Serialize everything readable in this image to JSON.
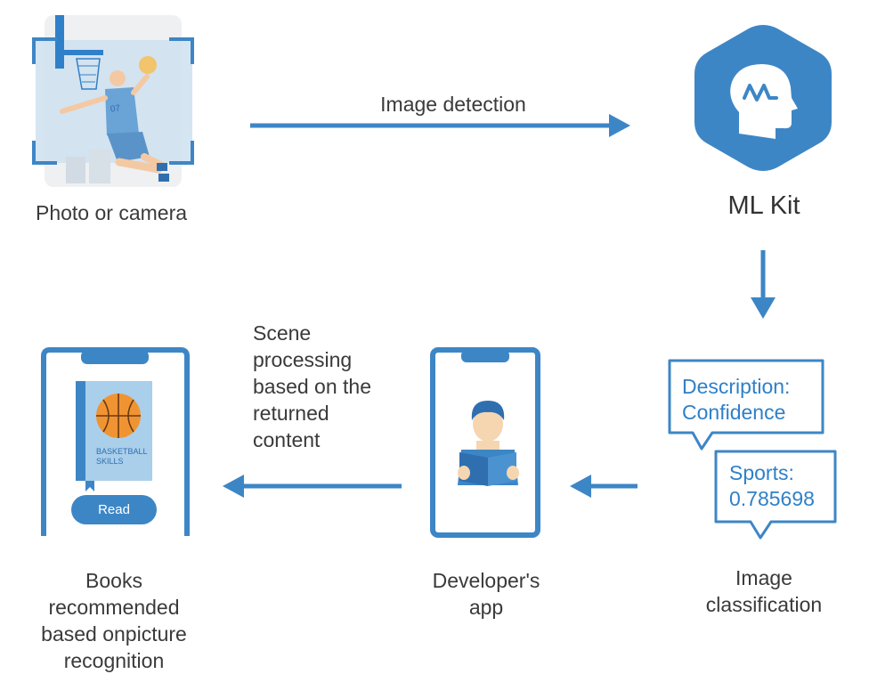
{
  "nodes": {
    "photo": {
      "label": "Photo or camera"
    },
    "mlkit": {
      "label": "ML Kit"
    },
    "classification": {
      "label_lines": [
        "Image",
        "classification"
      ]
    },
    "developer_app": {
      "label_lines": [
        "Developer's",
        "app"
      ]
    },
    "books": {
      "label_lines": [
        "Books",
        "recommended",
        "based onpicture",
        "recognition"
      ]
    }
  },
  "edges": {
    "image_detection": {
      "label": "Image detection"
    },
    "scene_processing": {
      "label_lines": [
        "Scene",
        "processing",
        "based on the",
        "returned",
        "content"
      ]
    }
  },
  "bubbles": {
    "description": {
      "lines": [
        "Description:",
        "Confidence"
      ]
    },
    "sports": {
      "lines": [
        "Sports:",
        "0.785698"
      ]
    }
  },
  "book": {
    "title_lines": [
      "BASKETBALL",
      "SKILLS"
    ],
    "read_button": "Read",
    "jersey_number": "07"
  },
  "colors": {
    "primary_blue": "#3d86c6",
    "light_blue": "#a9cfeb",
    "orange": "#f09433"
  }
}
